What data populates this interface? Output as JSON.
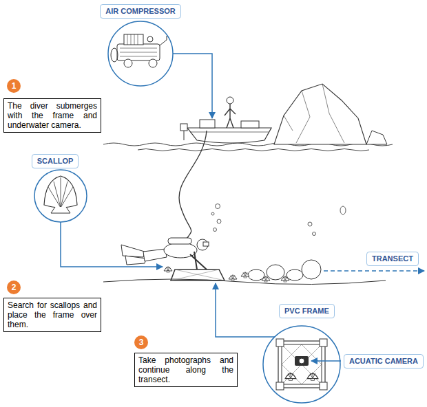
{
  "diagram": {
    "nodes": [
      {
        "text": [
          "AIR COMPRESSOR"
        ]
      },
      {
        "text": [
          "1"
        ]
      },
      {
        "text": [
          "The diver submerges with the frame and underwater camera."
        ]
      },
      {
        "text": [
          "SCALLOP"
        ]
      },
      {
        "text": [
          "TRANSECT"
        ]
      },
      {
        "text": [
          "2"
        ]
      },
      {
        "text": [
          "Search for scallops and place the frame over them."
        ]
      },
      {
        "text": [
          "PVC FRAME"
        ]
      },
      {
        "text": [
          "3"
        ]
      },
      {
        "text": [
          "Take photographs and continue along the transect."
        ]
      },
      {
        "text": [
          "ACUATIC CAMERA"
        ]
      }
    ]
  }
}
